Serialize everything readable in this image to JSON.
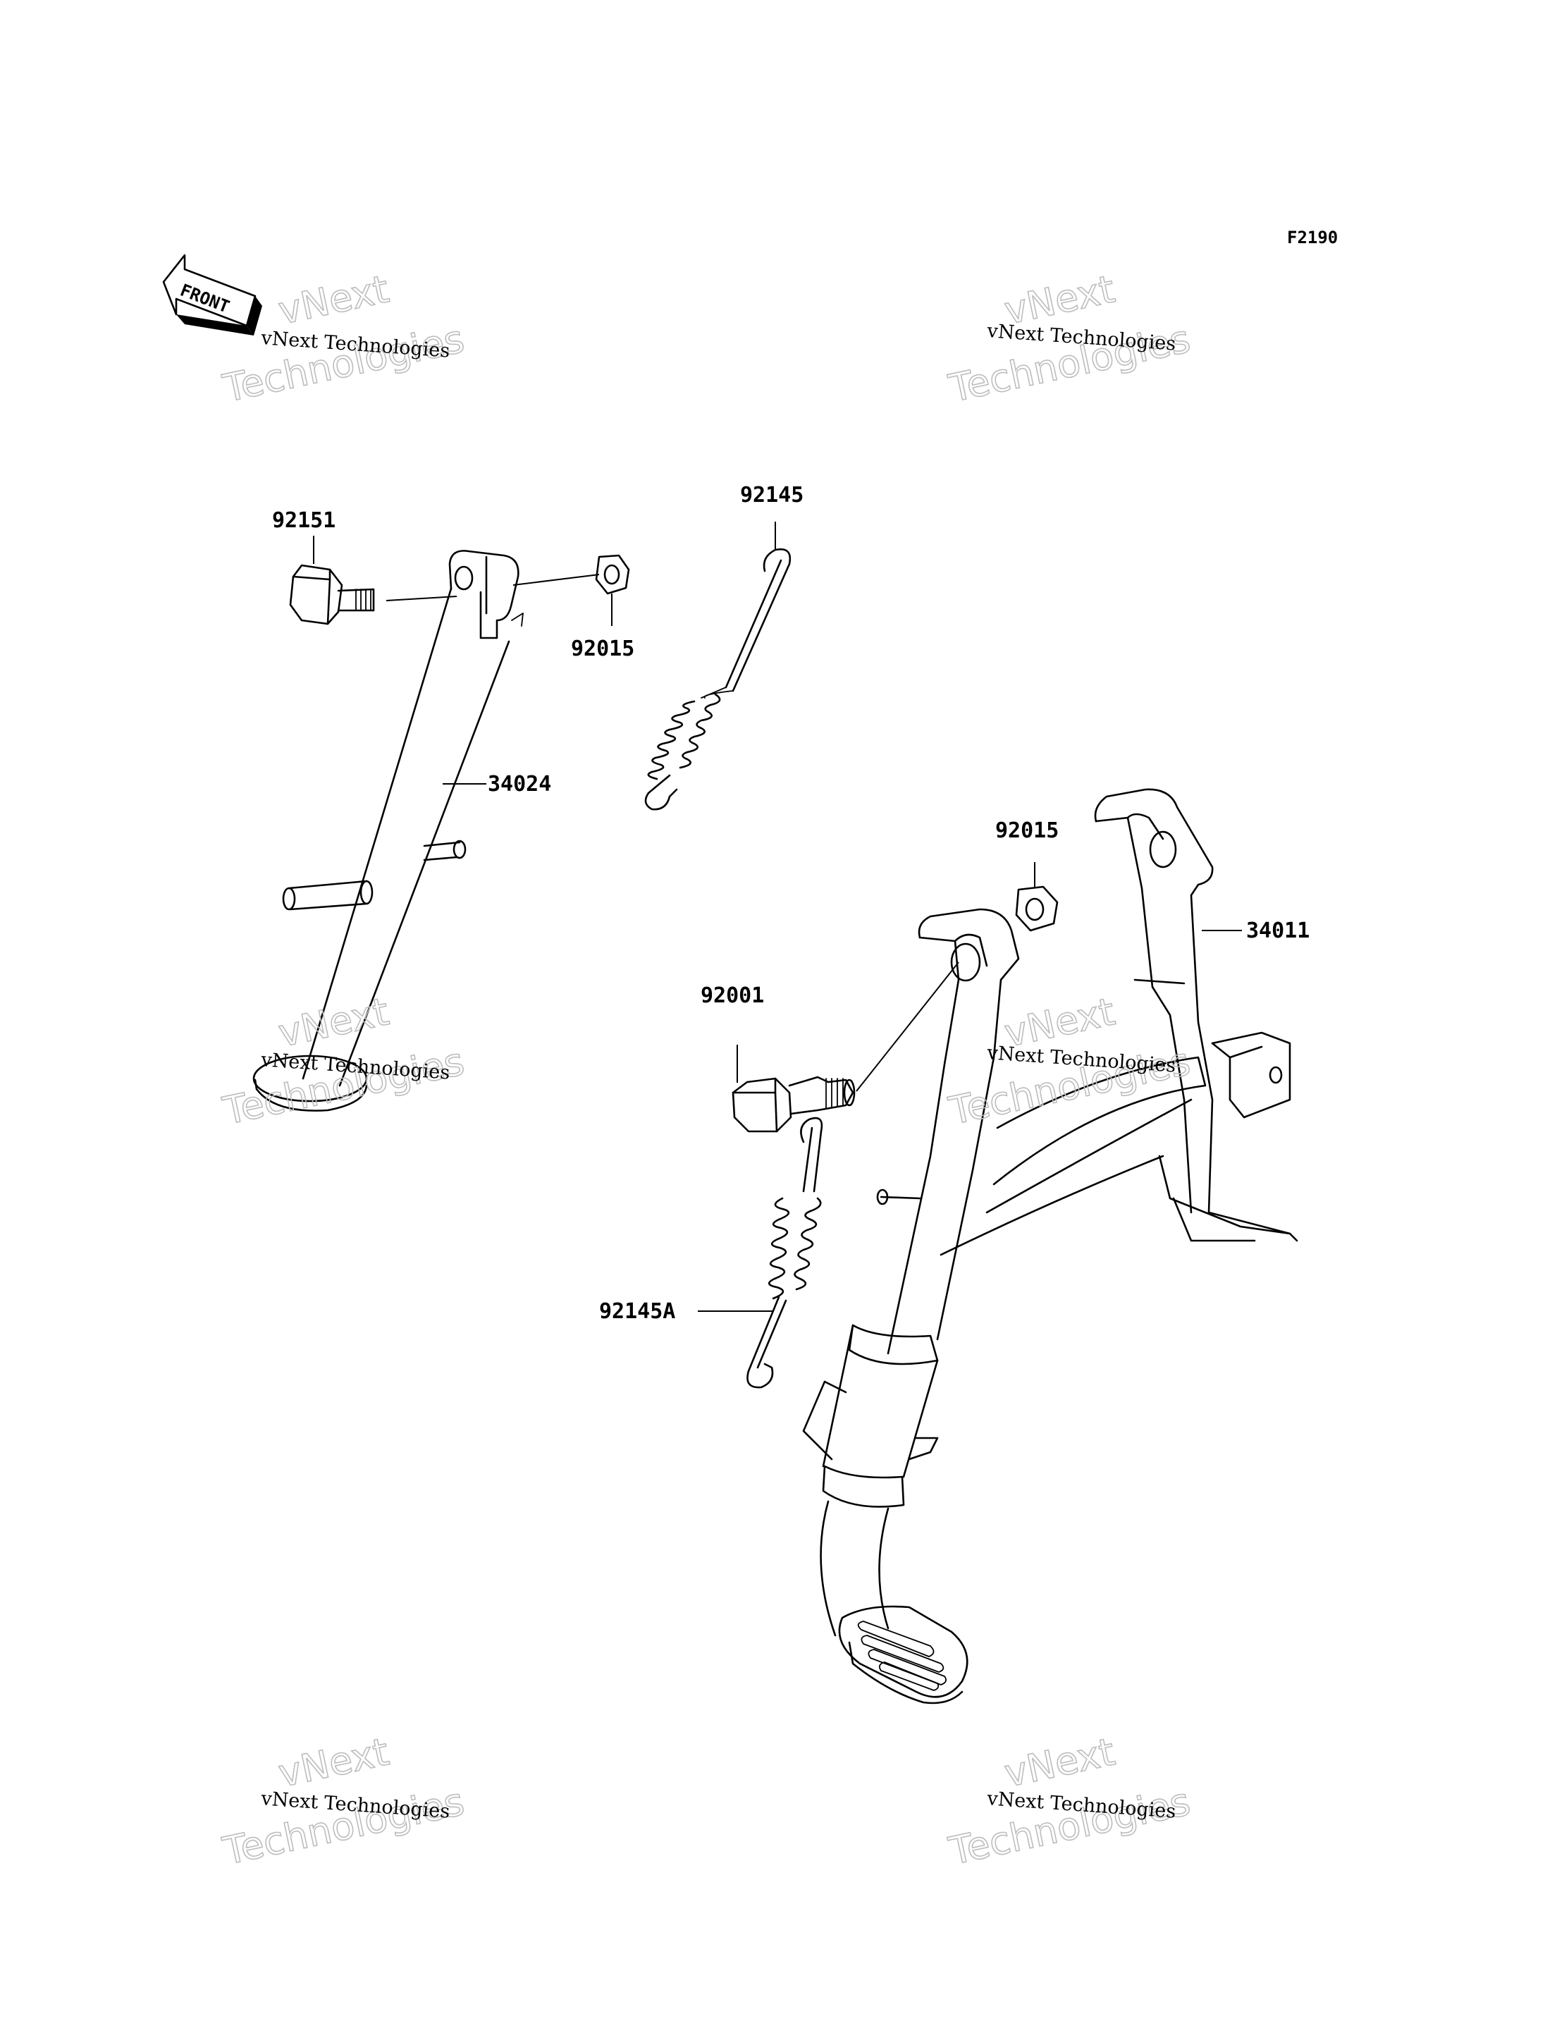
{
  "figure_code": "F2190",
  "front_arrow_label": "FRONT",
  "watermark": {
    "small": "vNext Technologies",
    "big_line1": "vNext",
    "big_line2": "Technologies"
  },
  "parts": [
    {
      "id": "92151",
      "label": "92151"
    },
    {
      "id": "92015-top",
      "label": "92015"
    },
    {
      "id": "92145",
      "label": "92145"
    },
    {
      "id": "34024",
      "label": "34024"
    },
    {
      "id": "92015-right",
      "label": "92015"
    },
    {
      "id": "34011",
      "label": "34011"
    },
    {
      "id": "92001",
      "label": "92001"
    },
    {
      "id": "92145A",
      "label": "92145A"
    }
  ]
}
